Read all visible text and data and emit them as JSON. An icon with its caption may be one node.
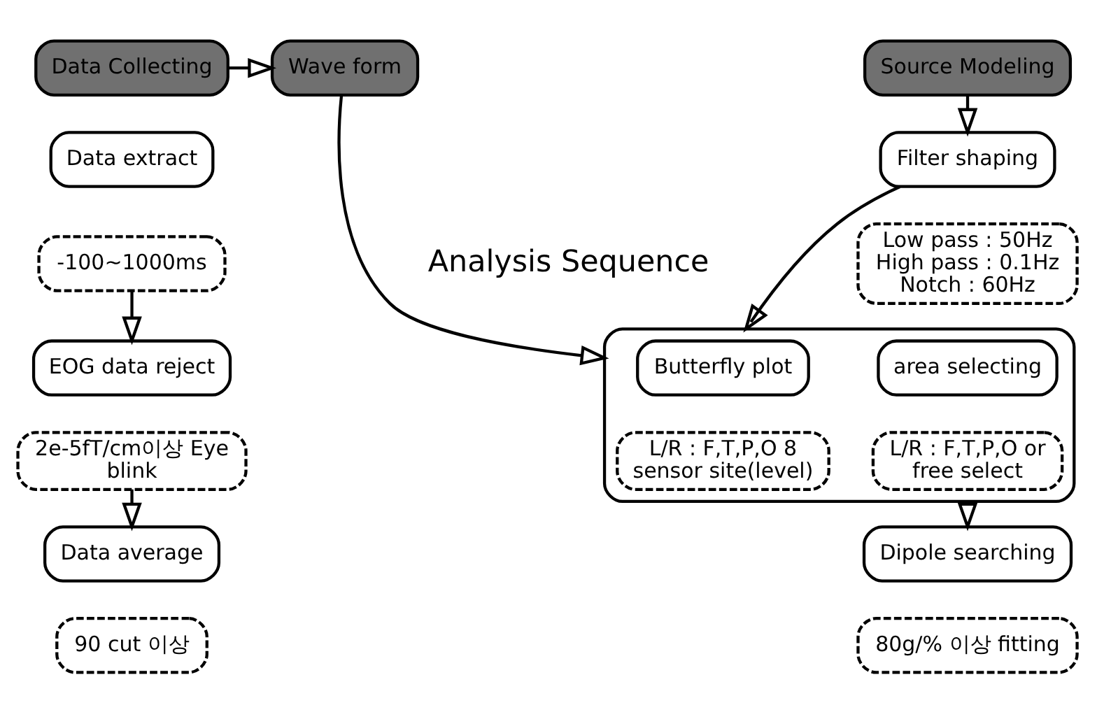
{
  "diagram": {
    "nodes": [
      {
        "text": [
          "Data Collecting"
        ]
      },
      {
        "text": [
          "Wave form"
        ]
      },
      {
        "text": [
          "Source Modeling"
        ]
      },
      {
        "text": [
          "Data extract"
        ]
      },
      {
        "text": [
          "-100~1000ms"
        ]
      },
      {
        "text": [
          "EOG data reject"
        ]
      },
      {
        "text": [
          "2e-5fT/cm이상 Eye blink"
        ]
      },
      {
        "text": [
          "Data average"
        ]
      },
      {
        "text": [
          "90 cut 이상"
        ]
      },
      {
        "text": [
          "Filter shaping"
        ]
      },
      {
        "text": [
          "Low pass : 50Hz High pass : 0.1Hz Notch : 60Hz"
        ]
      },
      {
        "text": [],
        "shape": "box"
      },
      {
        "text": [
          "Butterfly plot"
        ],
        "in": 11
      },
      {
        "text": [
          "L/R : F,T,P,O 8 sensor site(level)"
        ],
        "in": 11
      },
      {
        "text": [
          "area selecting"
        ],
        "in": 11
      },
      {
        "text": [
          "L/R : F,T,P,O or free select"
        ],
        "in": 11
      },
      {
        "text": [
          "Dipole searching"
        ]
      },
      {
        "text": [
          "80g/% 이상 fitting"
        ]
      }
    ],
    "edges": [
      {
        "from": 0,
        "to": 1,
        "arrow": "to"
      },
      {
        "from": 4,
        "to": 5,
        "arrow": "to"
      },
      {
        "from": 6,
        "to": 7,
        "arrow": "to"
      },
      {
        "from": 2,
        "to": 9,
        "arrow": "to"
      },
      {
        "from": 1,
        "to": 11,
        "arrow": "to"
      },
      {
        "from": 9,
        "to": 11,
        "arrow": "to"
      },
      {
        "from": 11,
        "to": 16,
        "arrow": "to"
      }
    ],
    "labels": [
      "Analysis Sequence"
    ]
  }
}
